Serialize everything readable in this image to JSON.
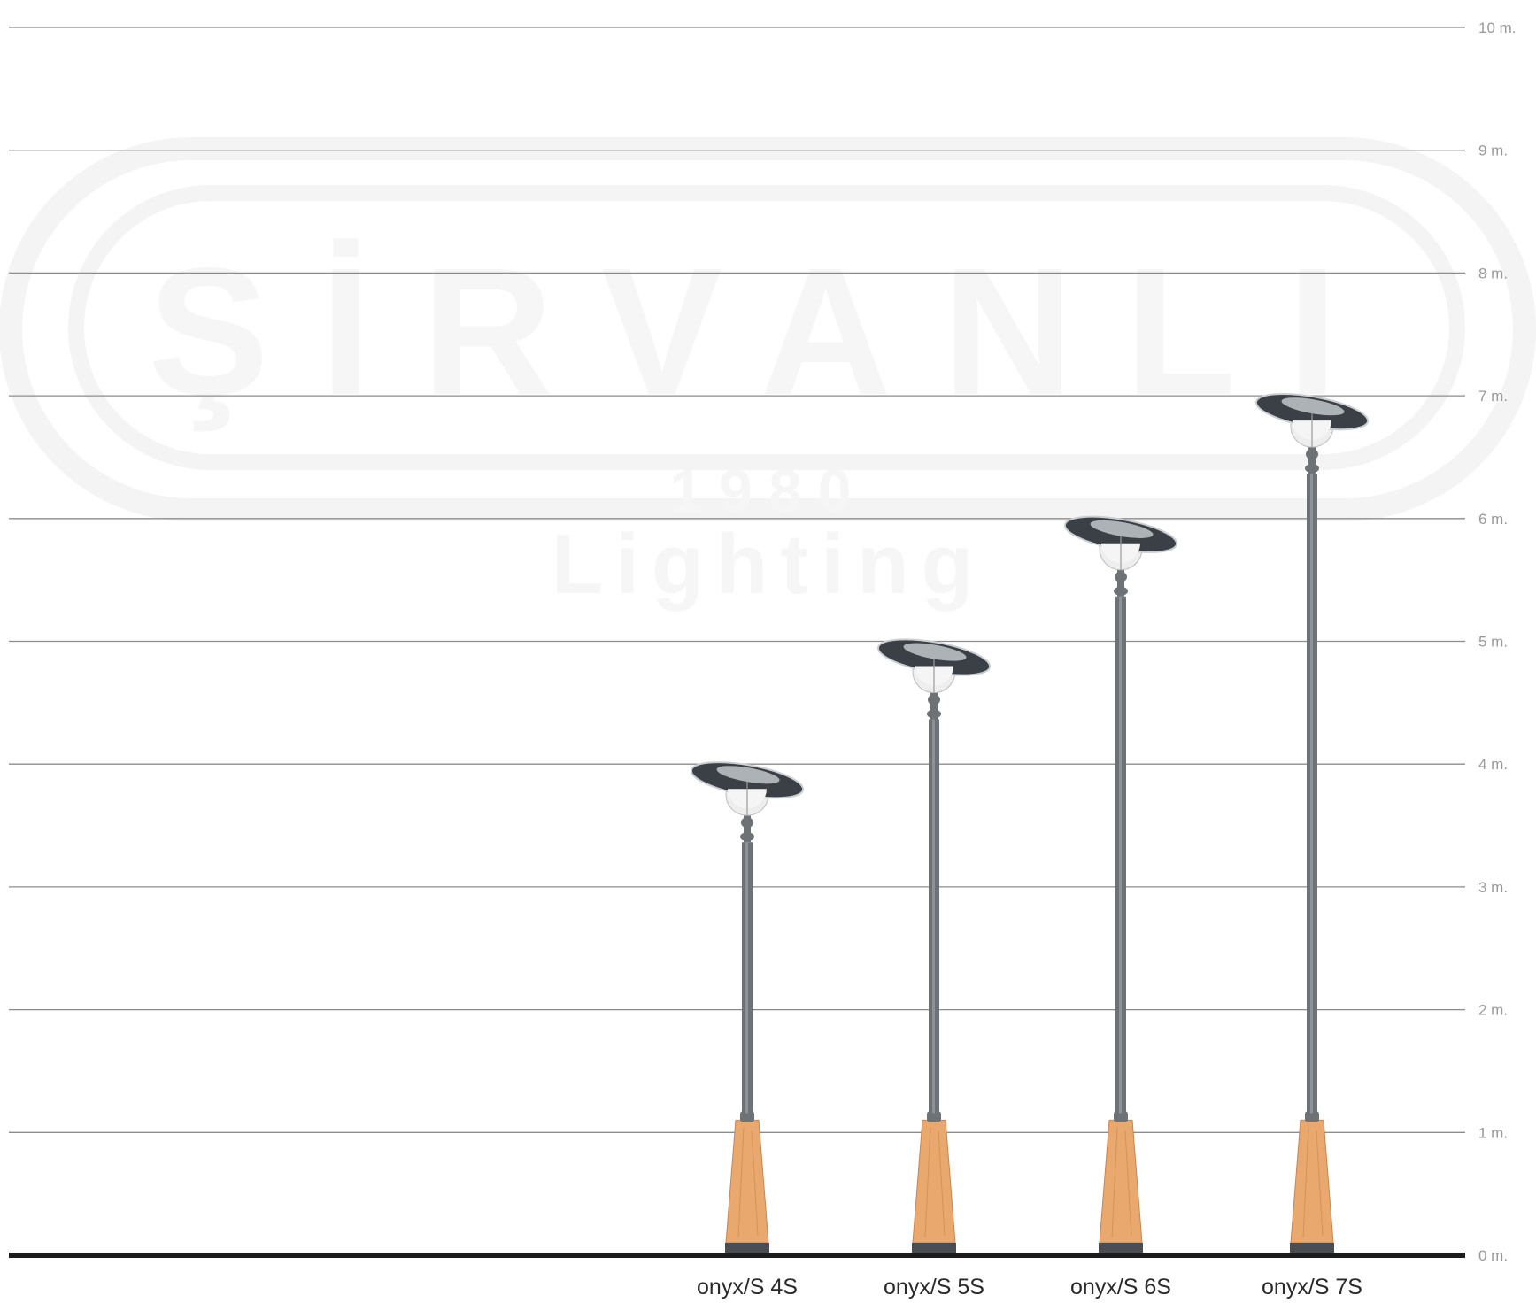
{
  "watermark": {
    "brand": "ŞİRVANLI",
    "year": "1980",
    "sub": "Lighting"
  },
  "chart_data": {
    "type": "bar",
    "title": "",
    "xlabel": "",
    "ylabel": "",
    "ylim": [
      0,
      10
    ],
    "unit_suffix": " m.",
    "ticks": [
      {
        "value": 10,
        "label": "10 m."
      },
      {
        "value": 9,
        "label": "9 m."
      },
      {
        "value": 8,
        "label": "8 m."
      },
      {
        "value": 7,
        "label": "7 m."
      },
      {
        "value": 6,
        "label": "6 m."
      },
      {
        "value": 5,
        "label": "5 m."
      },
      {
        "value": 4,
        "label": "4 m."
      },
      {
        "value": 3,
        "label": "3 m."
      },
      {
        "value": 2,
        "label": "2 m."
      },
      {
        "value": 1,
        "label": "1 m."
      },
      {
        "value": 0,
        "label": "0 m."
      }
    ],
    "categories": [
      "onyx/S 4S",
      "onyx/S 5S",
      "onyx/S 6S",
      "onyx/S 7S"
    ],
    "values": [
      4,
      5,
      6,
      7
    ],
    "grid": true
  },
  "colors": {
    "gridline": "#8c8c8c",
    "ground": "#1c1c1c",
    "pole": "#6d7277",
    "pole_light": "#9aa0a5",
    "base_wood": "#e8a86e",
    "base_wood_dark": "#c98450",
    "base_foot": "#4a4e52",
    "shade": "#3b4046",
    "shade_rim": "#c9ced2",
    "globe": "#eeeeee",
    "watermark": "#f3f3f3"
  }
}
